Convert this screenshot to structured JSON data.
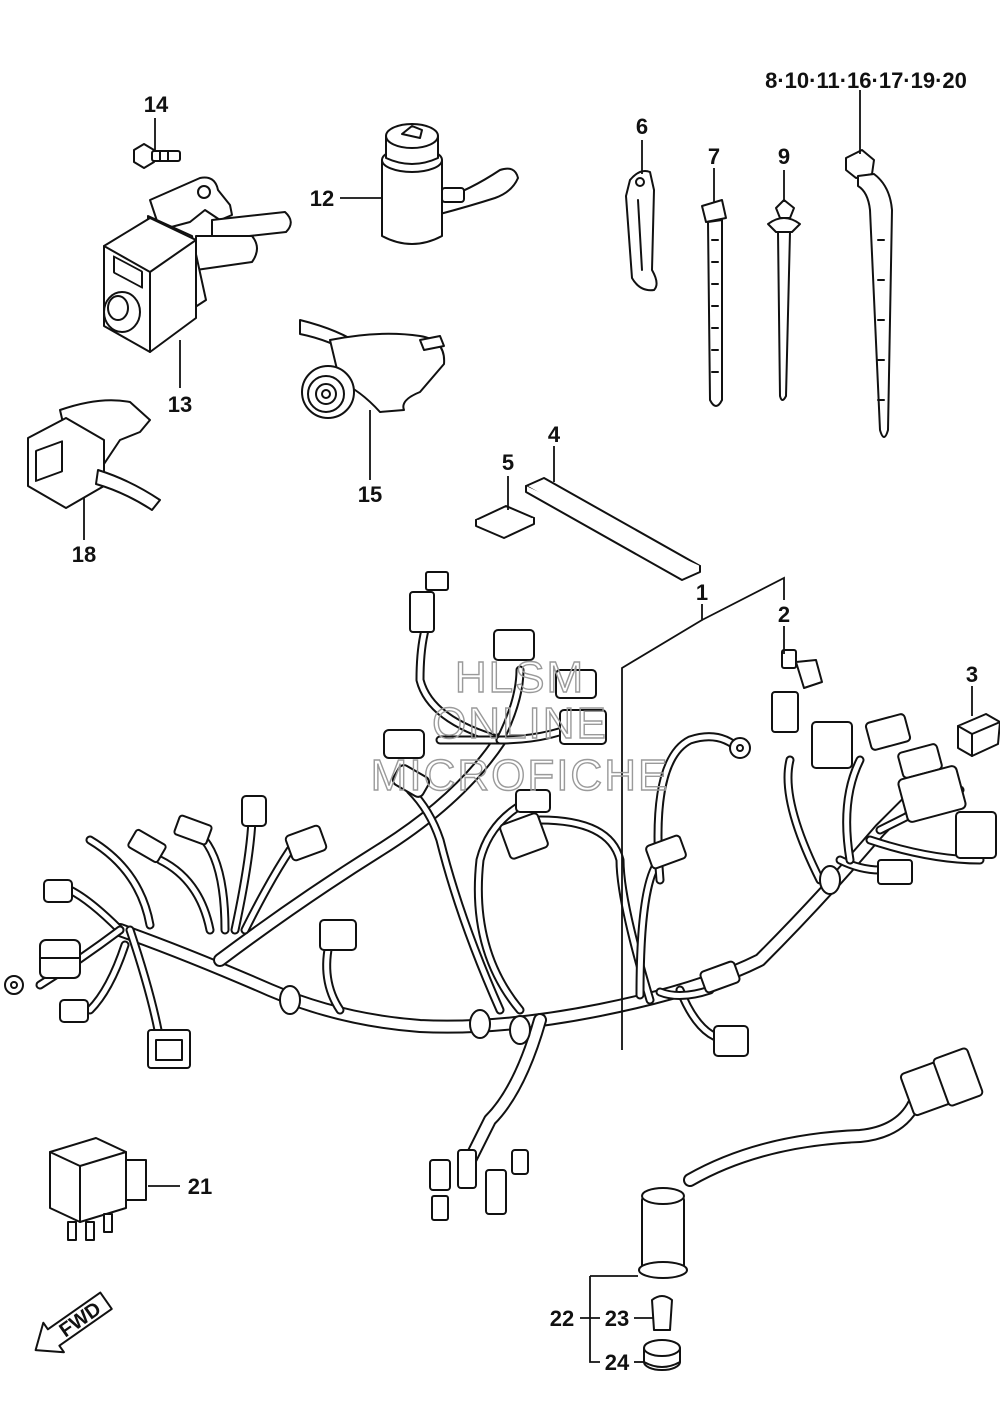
{
  "labels": {
    "l1": "1",
    "l2": "2",
    "l3": "3",
    "l4": "4",
    "l5": "5",
    "l6": "6",
    "l7": "7",
    "l9": "9",
    "l8group": "8·10·11·16·17·19·20",
    "l12": "12",
    "l13": "13",
    "l14": "14",
    "l15": "15",
    "l18": "18",
    "l21": "21",
    "l22": "22",
    "l23": "23",
    "l24": "24"
  },
  "watermark": {
    "line1": "HLSM",
    "line2": "ONLINE",
    "line3": "MICROFICHE"
  },
  "fwd_label": "FWD",
  "icons": [
    "fwd-arrow-icon"
  ]
}
